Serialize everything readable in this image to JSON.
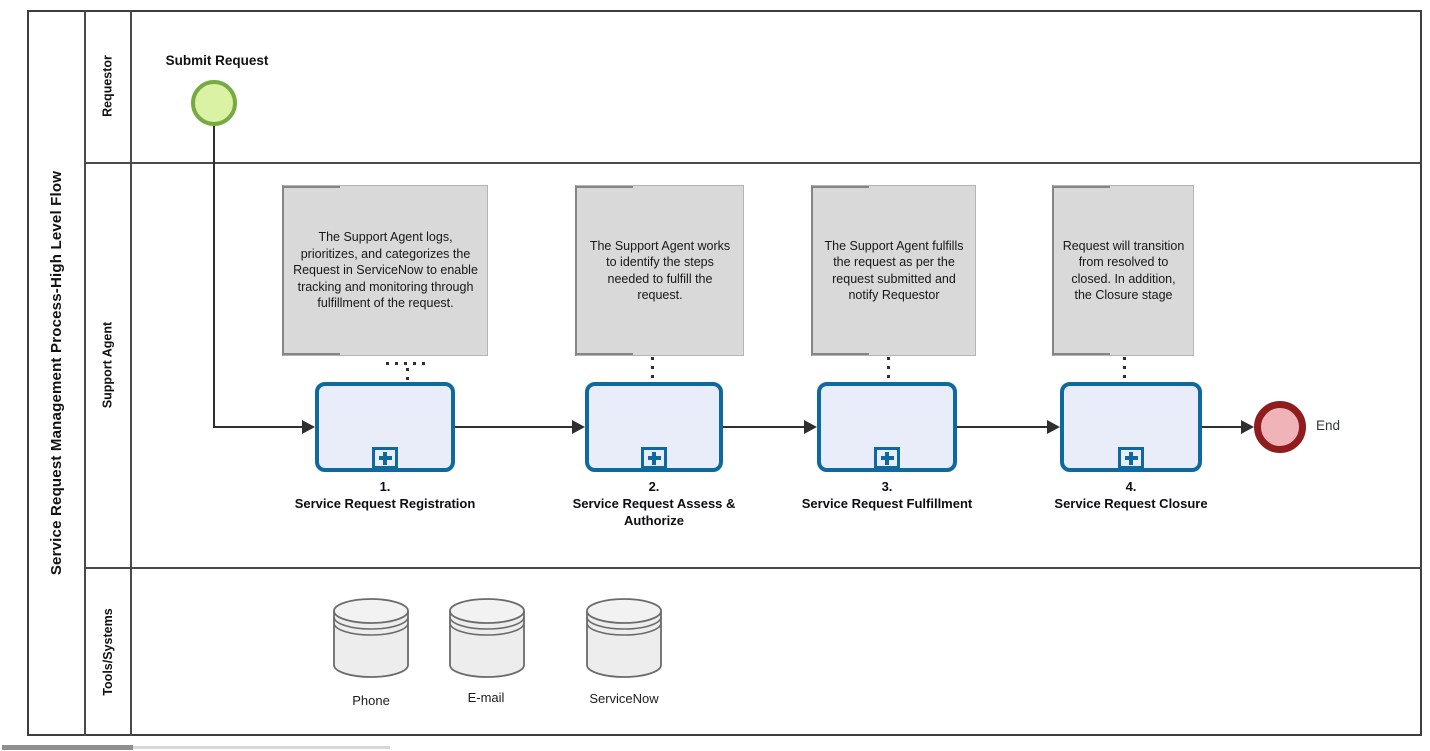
{
  "pool": {
    "title": "Service Request Management Process-High Level Flow"
  },
  "lanes": {
    "requestor": "Requestor",
    "support_agent": "Support Agent",
    "tools_systems": "Tools/Systems"
  },
  "start_event": {
    "label": "Submit Request"
  },
  "end_event": {
    "label": "End"
  },
  "tasks": [
    {
      "number": "1.",
      "name": "Service Request Registration",
      "annotation": "The Support Agent logs, prioritizes, and categorizes the Request in ServiceNow to enable tracking and monitoring through fulfillment of the request."
    },
    {
      "number": "2.",
      "name": "Service Request Assess & Authorize",
      "annotation": "The Support Agent works to identify the steps needed to fulfill the request."
    },
    {
      "number": "3.",
      "name": "Service Request Fulfillment",
      "annotation": "The Support Agent fulfills the request as per the request submitted and notify Requestor"
    },
    {
      "number": "4.",
      "name": "Service Request Closure",
      "annotation": "Request will transition from resolved to closed. In addition, the Closure stage"
    }
  ],
  "data_stores": [
    {
      "label": "Phone"
    },
    {
      "label": "E-mail"
    },
    {
      "label": "ServiceNow"
    }
  ],
  "colors": {
    "task_border": "#0e6a9e",
    "task_fill": "#e9edfa",
    "start_fill": "#d9f2a3",
    "start_border": "#77ab41",
    "end_fill": "#f0b4b8",
    "end_border": "#8f1d1d",
    "annotation_fill": "#d9d9d9",
    "line": "#2f2f2f"
  }
}
